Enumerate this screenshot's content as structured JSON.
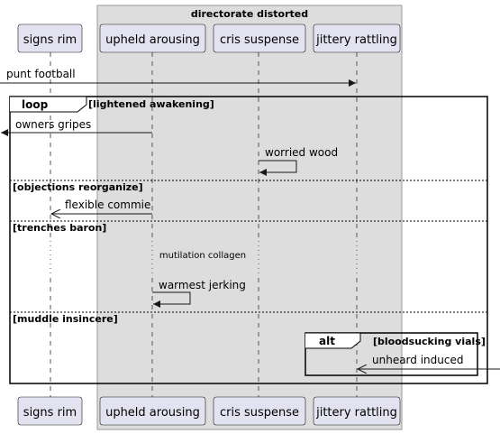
{
  "box": {
    "title": "directorate distorted",
    "fill": "#dddddd"
  },
  "participants": [
    "signs rim",
    "upheld arousing",
    "cris suspense",
    "jittery rattling"
  ],
  "messages": {
    "punt_football": "punt football",
    "owners_gripes": "owners gripes",
    "worried_wood": "worried wood",
    "flexible_commie": "flexible commie",
    "mutilation_collagen": "mutilation collagen",
    "warmest_jerking": "warmest jerking",
    "unheard_induced": "unheard induced"
  },
  "loop": {
    "keyword": "loop",
    "condition": "[lightened awakening]",
    "sections": [
      "[objections reorganize]",
      "[trenches baron]",
      "[muddle insincere]"
    ]
  },
  "alt": {
    "keyword": "alt",
    "condition": "[bloodsucking vials]"
  },
  "colors": {
    "participant_fill": "#e2e2f0",
    "participant_border": "#181818",
    "lifeline": "#555555",
    "box_border": "#999999"
  }
}
